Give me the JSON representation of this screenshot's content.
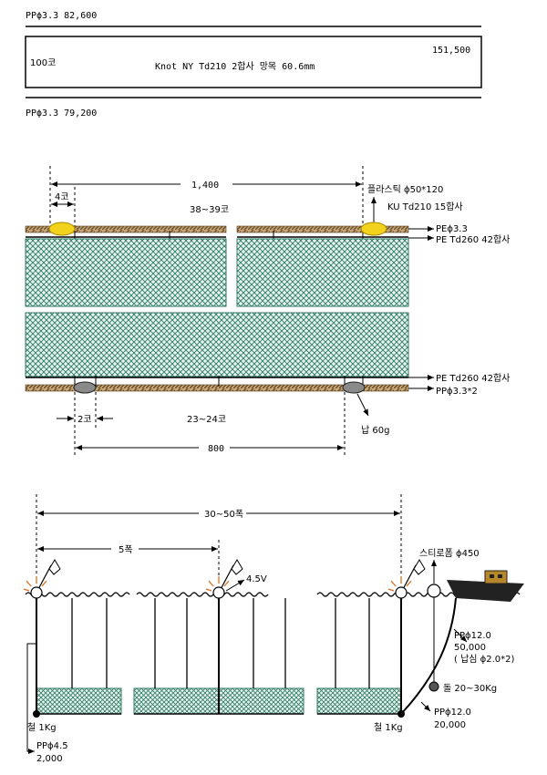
{
  "top_section": {
    "upper_label": "PPϕ3.3  82,600",
    "lower_label": "PPϕ3.3  79,200",
    "box_left": "100코",
    "box_center": "Knot NY Td210 2합사 망목 60.6mm",
    "box_right": "151,500"
  },
  "net_detail": {
    "dim_total": "1,400",
    "dim_float_gap": "4코",
    "mesh_count_top": "38~39코",
    "float_label": "플라스틱 ϕ50*120",
    "float_line_label": "KU Td210 15합사",
    "headrope_label": "PEϕ3.3",
    "top_line_label": "PE Td260 42합사",
    "bottom_line_label": "PE Td260 42합사",
    "footrope_label": "PPϕ3.3*2",
    "dim_sinker_gap": "2코",
    "mesh_count_bottom": "23~24코",
    "dim_sinker_spacing": "800",
    "sinker_label": "납 60g",
    "colors": {
      "float": "#f2d21c",
      "mesh": "#2e7a66",
      "rope": "#8a6a3c",
      "sinker": "#8a8a8a"
    }
  },
  "deployment": {
    "dim_overall": "30~50폭",
    "dim_unit": "5폭",
    "light_label": "4.5V",
    "buoy_label": "스티로폼 ϕ450",
    "mainline_label": "PPϕ12.0",
    "mainline_length": "50,000",
    "mainline_note": "( 납심 ϕ2.0*2)",
    "stone_label": "돌 20~30Kg",
    "anchor_rope_label": "PPϕ12.0",
    "anchor_rope_length": "20,000",
    "iron_left": "철 1Kg",
    "iron_right": "철 1Kg",
    "left_rope_label": "PPϕ4.5",
    "left_rope_length": "2,000",
    "icons": [
      "flag-icon",
      "light-icon",
      "boat-icon"
    ]
  }
}
